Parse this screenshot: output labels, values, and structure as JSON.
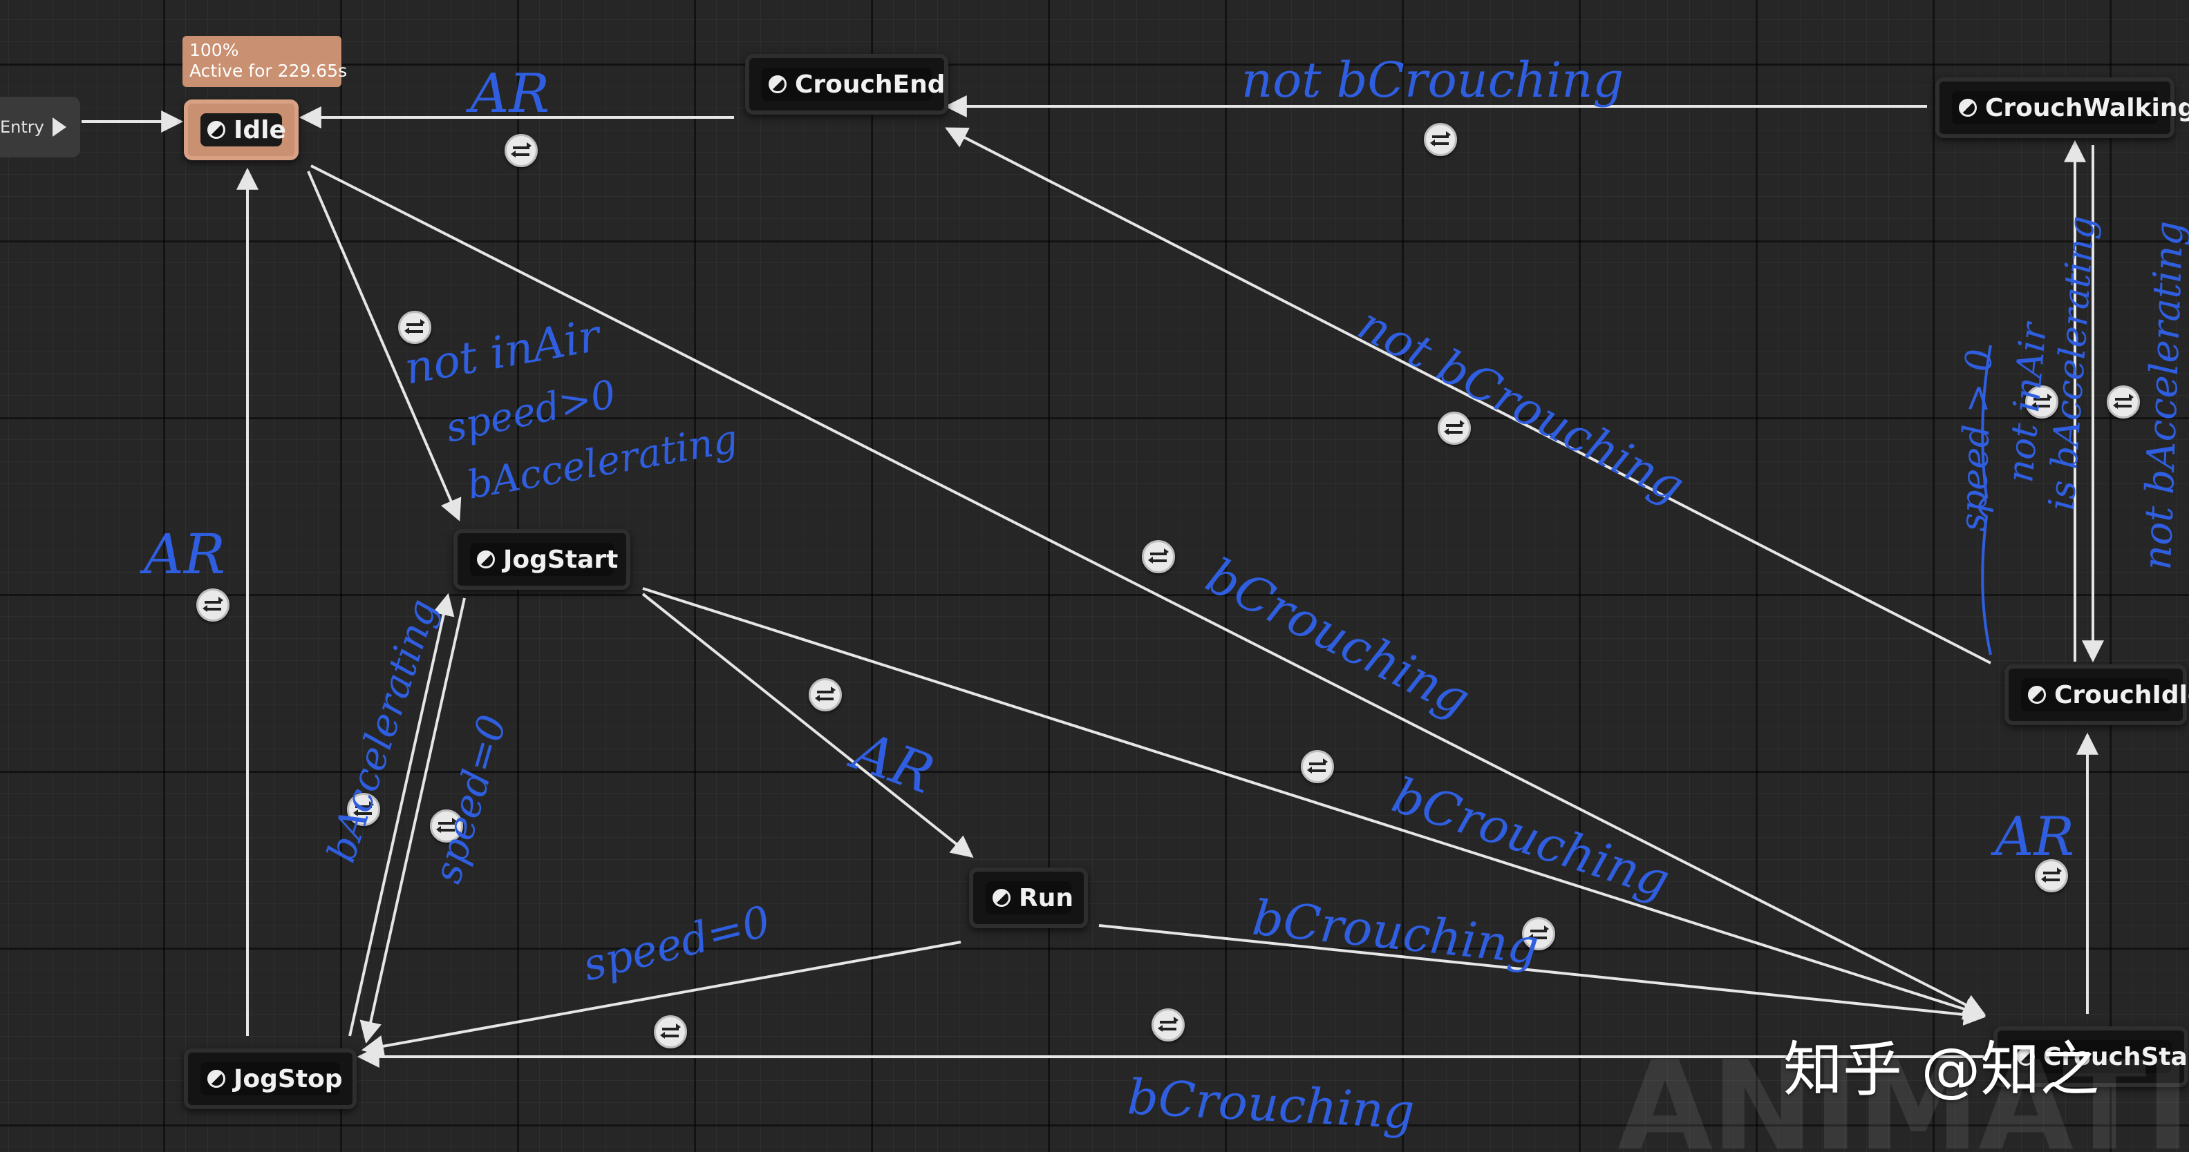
{
  "entry": {
    "label": "Entry"
  },
  "tooltip": {
    "line1": "100%",
    "line2": "Active for 229.65s"
  },
  "states": {
    "idle": "Idle",
    "crouch_end": "CrouchEnd",
    "crouch_walking": "CrouchWalking",
    "jog_start": "JogStart",
    "run": "Run",
    "jog_stop": "JogStop",
    "crouch_idle": "CrouchIdle",
    "crouch_start": "CrouchStart"
  },
  "annotations": {
    "ar_idle_crouchend": "AR",
    "not_bcrouching_top": "not   bCrouching",
    "not_in_air": "not inAir",
    "speed_gt_0": "speed>0",
    "baccelerating_1": "bAccelerating",
    "ar_left": "AR",
    "not_bcrouching_diag": "not   bCrouching",
    "bcrouching_idle_diag": "bCrouching",
    "ar_run": "AR",
    "bcrouching_jogstart": "bCrouching",
    "bcrouching_run": "bCrouching",
    "speed_eq_0_stop": "speed=0",
    "baccelerating_stop": "bAccelerating",
    "speed_eq_0_jog": "speed=0",
    "bcrouching_bottom": "bCrouching",
    "ar_right": "AR",
    "right_speed": "speed > 0",
    "right_not_in_air": "not inAir",
    "right_is_baccel": "is bAccelerating",
    "right_not_baccel": "not bAccelerating"
  },
  "watermarks": {
    "background": "ANIMATION",
    "site": "知乎 @知之"
  },
  "colors": {
    "annotation_ink": "#2f5fe0",
    "active_state": "#c99071",
    "edge": "#e6e6e6"
  },
  "icons": {
    "state": "state-half-circle-icon",
    "transition": "transition-arrows-icon",
    "entry": "play-icon"
  }
}
